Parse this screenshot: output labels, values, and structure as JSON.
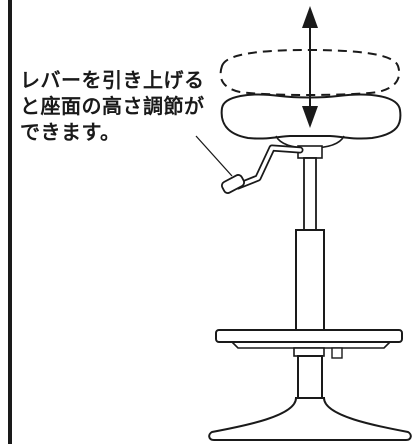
{
  "caption": {
    "lines": [
      "レバーを引き上げる",
      "と座面の高さ調節が",
      "できます。"
    ]
  }
}
